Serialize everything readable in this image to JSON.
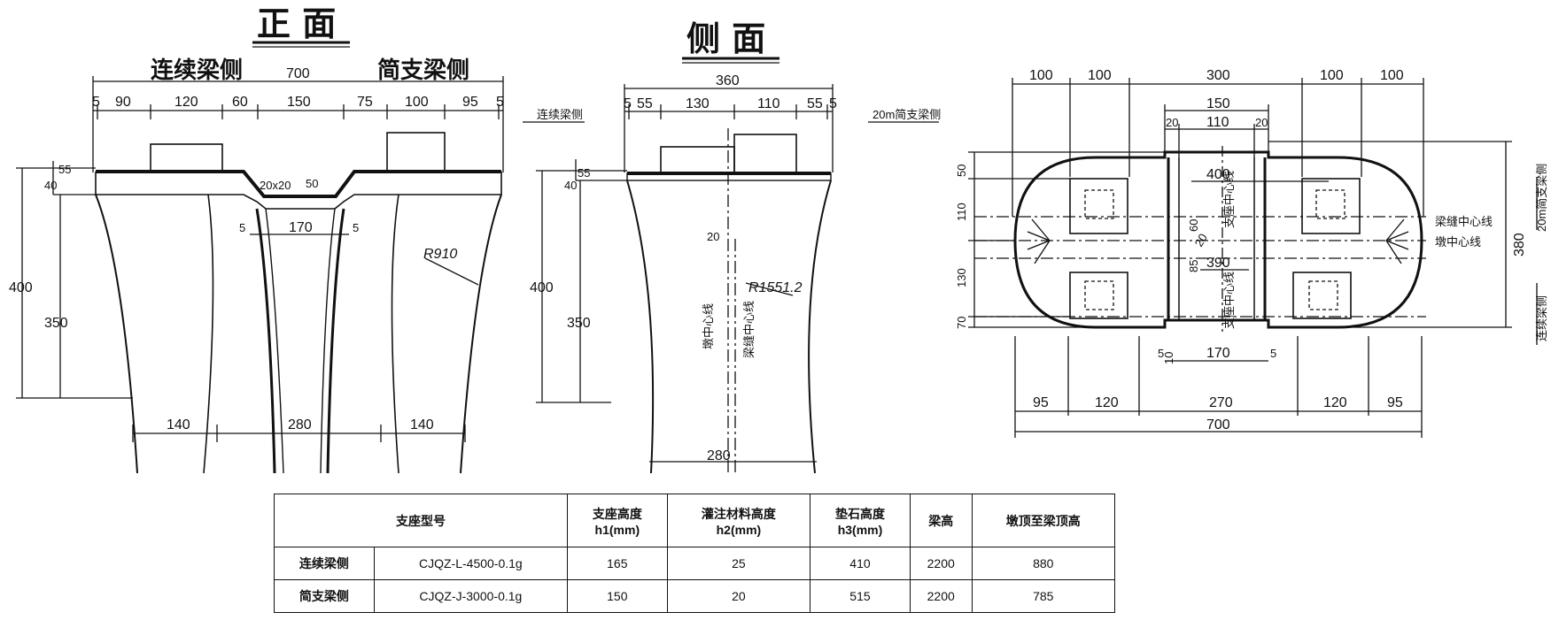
{
  "front_view": {
    "title": "正 面",
    "left_side_label": "连续梁侧",
    "right_side_label": "简支梁侧",
    "overall_width": "700",
    "top_segments": [
      "5",
      "90",
      "120",
      "60",
      "150",
      "75",
      "100",
      "95",
      "5"
    ],
    "groove_label": "20x20",
    "groove_depth": "50",
    "groove_width": "170",
    "groove_side_left": "5",
    "groove_side_right": "5",
    "height_small_a": "55",
    "height_small_b": "40",
    "total_height": "400",
    "body_height": "350",
    "radius_label": "R910",
    "bottom_segments": [
      "140",
      "280",
      "140"
    ]
  },
  "side_view": {
    "title": "侧 面",
    "overall_width": "360",
    "top_segments": [
      "5",
      "55",
      "130",
      "110",
      "55",
      "5"
    ],
    "left_side_label": "连续梁侧",
    "right_side_label": "20m简支梁侧",
    "height_small_a": "55",
    "height_small_b": "40",
    "total_height": "400",
    "body_height": "350",
    "offset_label": "20",
    "radius_label": "R1551.2",
    "centerline_pier": "墩中心线",
    "centerline_joint": "梁缝中心线",
    "bottom_width": "280"
  },
  "plan_view": {
    "top_segments": [
      "100",
      "100",
      "300",
      "100",
      "100"
    ],
    "inner_width": "150",
    "inner_segments": [
      "20",
      "110",
      "20"
    ],
    "inner_label_400": "400",
    "inner_label_60": "60",
    "inner_label_85": "85",
    "inner_label_20": "20",
    "inner_label_390": "390",
    "left_heights": [
      "50",
      "110",
      "130",
      "70"
    ],
    "overall_height": "380",
    "joint_centerline": "梁缝中心线",
    "pier_centerline": "墩中心线",
    "bearing_centerline_upper": "支座中心线",
    "bearing_centerline_lower": "支座中心线",
    "right_label_top": "20m简支梁侧",
    "right_label_bottom": "连续梁侧",
    "bottom_small": [
      "5",
      "10",
      "170",
      "5"
    ],
    "bottom_segments": [
      "95",
      "120",
      "270",
      "120",
      "95"
    ],
    "overall_width": "700"
  },
  "spec_table": {
    "header": {
      "col1": "支座型号",
      "col2_line1": "支座高度",
      "col2_line2": "h1(mm)",
      "col3_line1": "灌注材料高度",
      "col3_line2": "h2(mm)",
      "col4_line1": "垫石高度",
      "col4_line2": "h3(mm)",
      "col5": "梁高",
      "col6": "墩顶至梁顶高"
    },
    "rows": [
      {
        "side": "连续梁侧",
        "model": "CJQZ-L-4500-0.1g",
        "h1": "165",
        "h2": "25",
        "h3": "410",
        "beam": "2200",
        "top": "880"
      },
      {
        "side": "简支梁侧",
        "model": "CJQZ-J-3000-0.1g",
        "h1": "150",
        "h2": "20",
        "h3": "515",
        "beam": "2200",
        "top": "785"
      }
    ]
  }
}
